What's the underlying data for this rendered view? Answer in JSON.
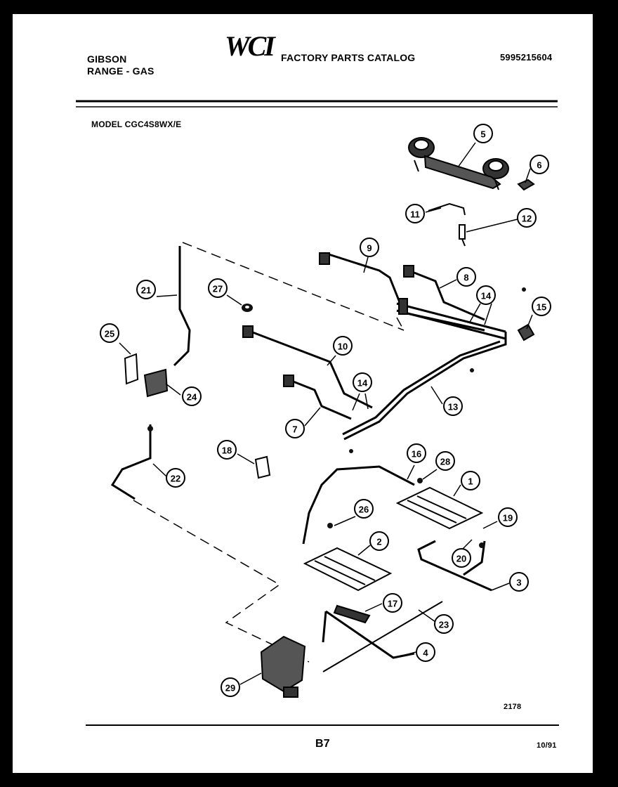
{
  "header": {
    "brand": "GIBSON",
    "category": "RANGE - GAS",
    "logo": "WCI",
    "catalog_title": "FACTORY PARTS CATALOG",
    "catalog_number": "5995215604"
  },
  "model": "MODEL CGC4S8WX/E",
  "callouts": [
    "5",
    "6",
    "11",
    "12",
    "9",
    "8",
    "14",
    "15",
    "21",
    "27",
    "10",
    "25",
    "24",
    "14",
    "13",
    "7",
    "18",
    "16",
    "28",
    "1",
    "22",
    "26",
    "19",
    "2",
    "20",
    "3",
    "17",
    "23",
    "4",
    "29"
  ],
  "footer": {
    "diagram_code": "2178",
    "page": "B7",
    "date": "10/91"
  }
}
